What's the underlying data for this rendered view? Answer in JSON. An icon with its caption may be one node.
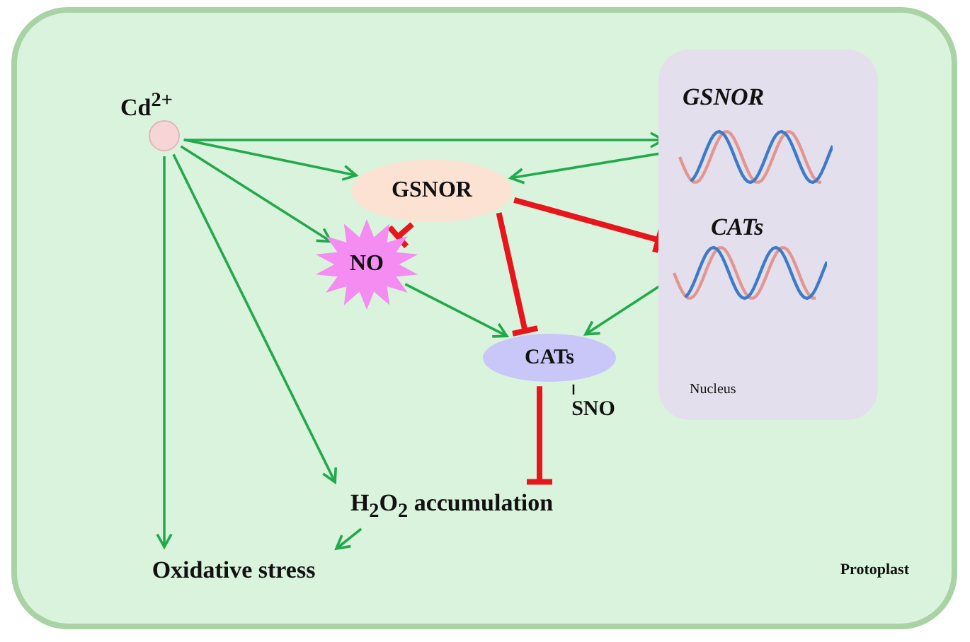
{
  "diagram": {
    "nodes": [
      {
        "text": [
          "Protoplast"
        ]
      },
      {
        "text": [
          "Nucleus"
        ],
        "in": 0
      },
      {
        "text": [
          "GSNOR"
        ],
        "in": 1
      },
      {
        "text": [
          "CATs"
        ],
        "in": 1
      },
      {
        "text": [
          "Cd$^{2+}$"
        ],
        "in": 0
      },
      {
        "text": [
          "GSNOR"
        ],
        "in": 0
      },
      {
        "text": [
          "NO"
        ],
        "in": 0
      },
      {
        "text": [
          "CATs"
        ],
        "in": 0
      },
      {
        "text": [
          "SNO"
        ],
        "in": 0
      },
      {
        "text": [
          "H$_{2}$O$_{2}$ accumulation"
        ],
        "in": 0
      },
      {
        "text": [
          "Oxidative stress"
        ],
        "in": 0
      }
    ],
    "edges": [
      {
        "from": 4,
        "to": 2,
        "arrow": "to"
      },
      {
        "from": 2,
        "to": 5,
        "arrow": "to"
      },
      {
        "from": 4,
        "to": 5,
        "arrow": "to"
      },
      {
        "from": 4,
        "to": 6,
        "arrow": "to"
      },
      {
        "from": 4,
        "to": 9,
        "arrow": "to"
      },
      {
        "from": 4,
        "to": 10,
        "arrow": "to"
      },
      {
        "from": 5,
        "to": 6,
        "arrow": "other",
        "style": "thick",
        "color": "#e8161c"
      },
      {
        "from": 5,
        "to": 7,
        "arrow": "other",
        "style": "thick",
        "color": "#e8161c"
      },
      {
        "from": 5,
        "to": 3,
        "arrow": "other",
        "style": "thick",
        "color": "#e8161c"
      },
      {
        "from": 6,
        "to": 7,
        "arrow": "to"
      },
      {
        "from": 3,
        "to": 7,
        "arrow": "to"
      },
      {
        "from": 7,
        "to": 8,
        "arrow": "none",
        "color": "#000000"
      },
      {
        "from": 7,
        "to": 9,
        "arrow": "other",
        "style": "thick",
        "color": "#e8161c"
      },
      {
        "from": 9,
        "to": 10,
        "arrow": "to"
      }
    ]
  }
}
